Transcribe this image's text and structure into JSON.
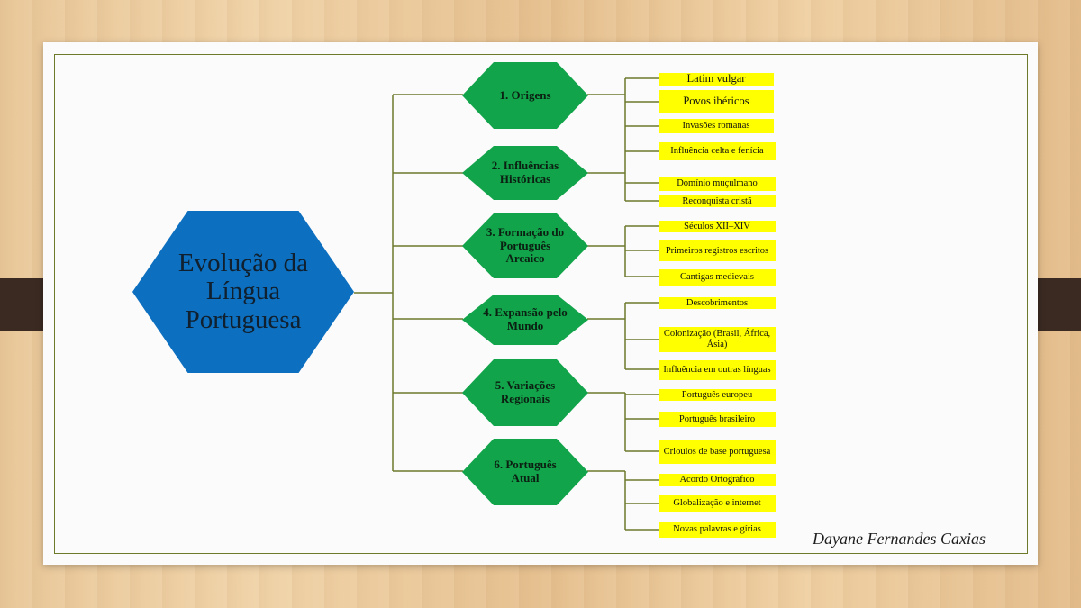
{
  "title": "Evolução da Língua Portuguesa",
  "categories": [
    {
      "label": "1. Origens",
      "items": [
        "Latim vulgar",
        "Povos ibéricos",
        "Invasões romanas",
        "Influência celta e fenícia"
      ]
    },
    {
      "label": "2. Influências Históricas",
      "items": [
        "Domínio muçulmano",
        "Reconquista cristã"
      ]
    },
    {
      "label": "3. Formação do Português Arcaico",
      "items": [
        "Séculos XII–XIV",
        "Primeiros registros escritos",
        "Cantigas medievais"
      ]
    },
    {
      "label": "4. Expansão pelo Mundo",
      "items": [
        "Descobrimentos",
        "Colonização (Brasil, África, Ásia)",
        "Influência em outras línguas"
      ]
    },
    {
      "label": "5. Variações Regionais",
      "items": [
        "Português europeu",
        "Português brasileiro",
        "Crioulos de base portuguesa"
      ]
    },
    {
      "label": "6. Português Atual",
      "items": [
        "Acordo Ortográfico",
        "Globalização e internet",
        "Novas palavras e gírias"
      ]
    }
  ],
  "signature": "Dayane Fernandes Caxias",
  "colors": {
    "main_node": "#0d6fbf",
    "category_node": "#12a44a",
    "leaf_node": "#ffff00",
    "connector": "#6c7a2c"
  }
}
